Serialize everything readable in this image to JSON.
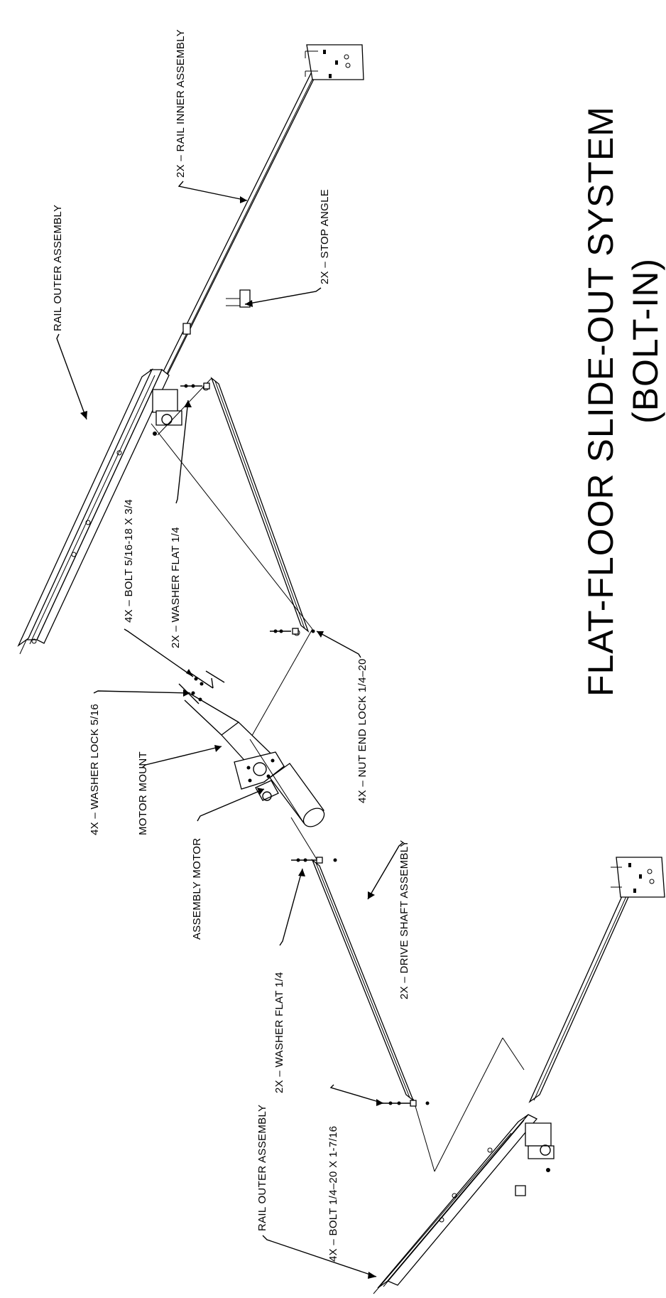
{
  "title": {
    "line1": "FLAT-FLOOR SLIDE-OUT SYSTEM",
    "line2": "(BOLT-IN)"
  },
  "callouts": {
    "rail_inner": "2X – RAIL INNER ASSEMBLY",
    "stop_angle": "2X – STOP ANGLE",
    "rail_outer_top": "RAIL OUTER ASSEMBLY",
    "bolt_5_16": "4X – BOLT 5/16-18 X 3/4",
    "washer_flat_top": "2X – WASHER FLAT 1/4",
    "nut_end_lock": "4X – NUT END LOCK 1/4–20",
    "washer_lock": "4X – WASHER LOCK 5/16",
    "motor_mount": "MOTOR MOUNT",
    "drive_shaft": "2X – DRIVE SHAFT ASSEMBLY",
    "assembly_motor": "ASSEMBLY MOTOR",
    "washer_flat_bottom": "2X – WASHER FLAT 1/4",
    "rail_outer_bottom": "RAIL OUTER ASSEMBLY",
    "bolt_1_4": "4X – BOLT 1/4–20 X 1-7/16"
  }
}
